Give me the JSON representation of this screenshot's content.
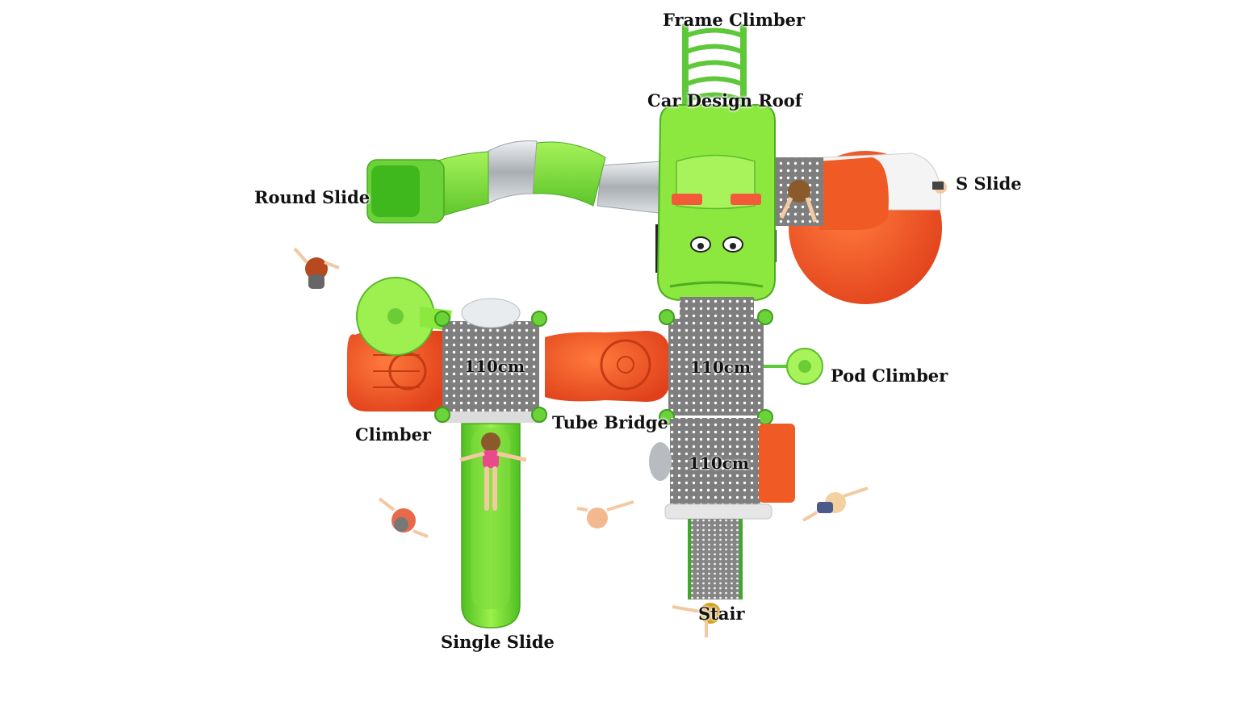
{
  "labels": {
    "frame_climber": "Frame Climber",
    "car_design_roof": "Car Design Roof",
    "round_slide": "Round Slide",
    "s_slide": "S Slide",
    "pod_climber": "Pod Climber",
    "climber": "Climber",
    "tube_bridge": "Tube Bridge",
    "single_slide": "Single Slide",
    "stair": "Stair"
  },
  "decks": {
    "left": "110cm",
    "center_top": "110cm",
    "center_bottom": "110cm"
  },
  "colors": {
    "lime_green": "#8CE63C",
    "dark_green": "#4CB82A",
    "orange_red": "#F0501E",
    "deck_gray": "#8A8A8A",
    "tube_clear": "#C8CCD0"
  }
}
